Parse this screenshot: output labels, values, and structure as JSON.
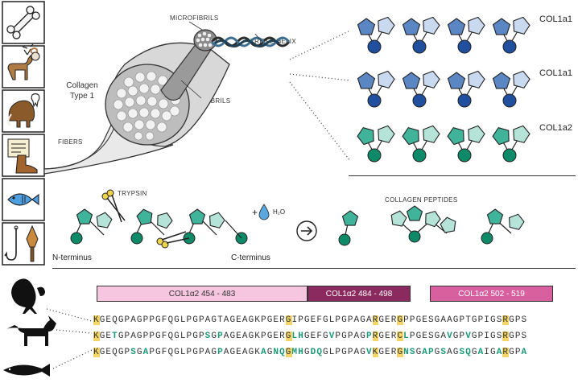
{
  "labels": {
    "collagen_type": "Collagen Type 1",
    "fibers": "FIBERS",
    "microfibrils": "MICROFIBRILS",
    "triple_helix": "TRIPLE HELIX",
    "fibrils": "FIBRILS",
    "trypsin": "TRYPSIN",
    "water": "H₂O",
    "collagen_peptides": "COLLAGEN PEPTIDES",
    "n_terminus": "N-terminus",
    "c_terminus": "C-terminus"
  },
  "chains": [
    "COL1a1",
    "COL1a1",
    "COL1a2"
  ],
  "regions": [
    {
      "label": "COL1α2 454 - 483"
    },
    {
      "label": "COL1α2 484 - 498"
    },
    {
      "label": "COL1α2 502 - 519"
    }
  ],
  "sequences": [
    "KGEQGPAGPPGFQGLPGPAGTAGEAGKPGERGIPGEFGLPGPAGARGERGPPGESGAAGPTGPIGSRGPS",
    "KGETGPAGPPGFQGLPGPSGPAGEAGKPGERGLHGEFGVPGPAGPRGERCLPGESGAVGPVGPIGSRGPS",
    "KGEQGPSGAPGFQGLPGPAGPAGEAGKAGNQGMHGDQGLPGPAGVKGERGNSGAPGSAGSQGAIGARGPA"
  ],
  "colors": {
    "blue_dark": "#1f4f9e",
    "blue_mid": "#5b86c4",
    "blue_light": "#c9daf0",
    "teal_dark": "#0f8a68",
    "teal_mid": "#3fb49a",
    "teal_light": "#b6e3d8",
    "bar1": "#f6c5df",
    "bar2": "#8b2a5e",
    "bar3": "#d9609f",
    "highlight": "#f3d667"
  },
  "icons": [
    "bone-icon",
    "deer-ram-icon",
    "mammoth-tooth-icon",
    "document-boot-icon",
    "fish-icon",
    "hook-arrowhead-icon",
    "turkey-icon",
    "goat-icon",
    "salmon-icon",
    "scissors-icon",
    "water-drop-icon",
    "arrow-right-icon"
  ]
}
